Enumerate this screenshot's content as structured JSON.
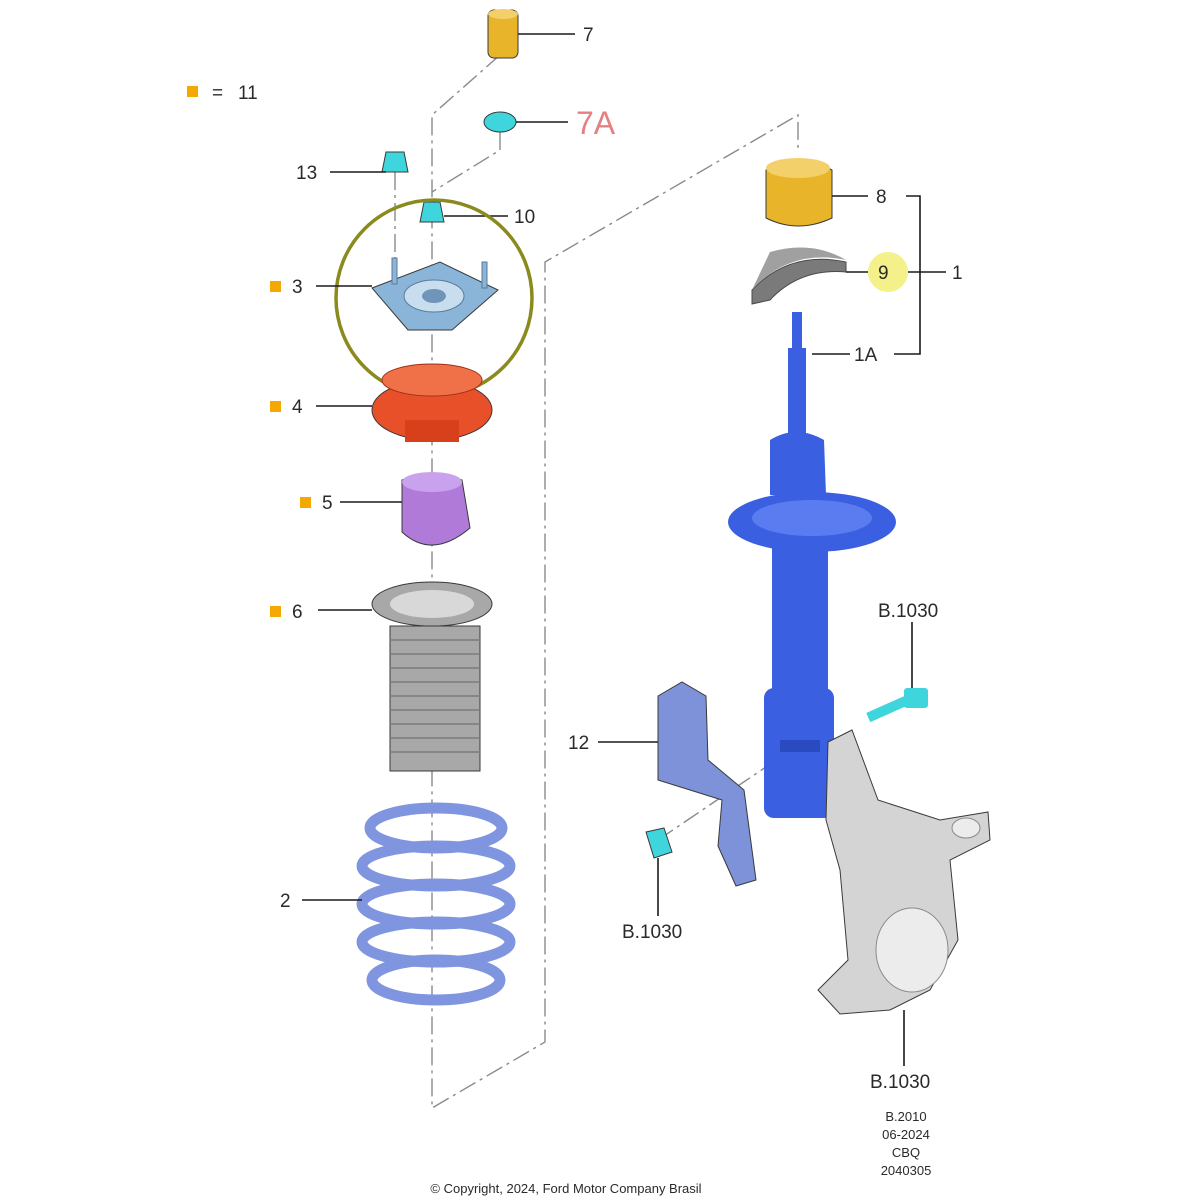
{
  "legend": {
    "marker_color": "#f5a800",
    "equals": "=",
    "value": "11"
  },
  "callouts": {
    "c7": "7",
    "c7a": "7A",
    "c13": "13",
    "c10": "10",
    "c3": "3",
    "c4": "4",
    "c5": "5",
    "c6": "6",
    "c2": "2",
    "c8": "8",
    "c9": "9",
    "c1": "1",
    "c1a": "1A",
    "c12": "12",
    "b1030_top": "B.1030",
    "b1030_left": "B.1030",
    "b1030_bottom": "B.1030"
  },
  "footer": {
    "ref_1": "B.2010",
    "ref_2": "06-2024",
    "ref_3": "CBQ",
    "ref_4": "2040305",
    "copyright": "© Copyright, 2024, Ford Motor Company Brasil"
  },
  "colors": {
    "bump_stop_top": "#e8b52a",
    "cap": "#3ed6dc",
    "top_mount": "#8ab4d8",
    "spring_seat": "#e8502a",
    "jounce_bumper": "#b07ad8",
    "dust_boot": "#a8a8a8",
    "coil_spring": "#7f95e0",
    "strut": "#3a5fe0",
    "knuckle": "#d4d4d4",
    "bracket": "#7d92d8",
    "highlight_circle": "#8a8a1e",
    "highlight_dot": "#f4f08a"
  }
}
